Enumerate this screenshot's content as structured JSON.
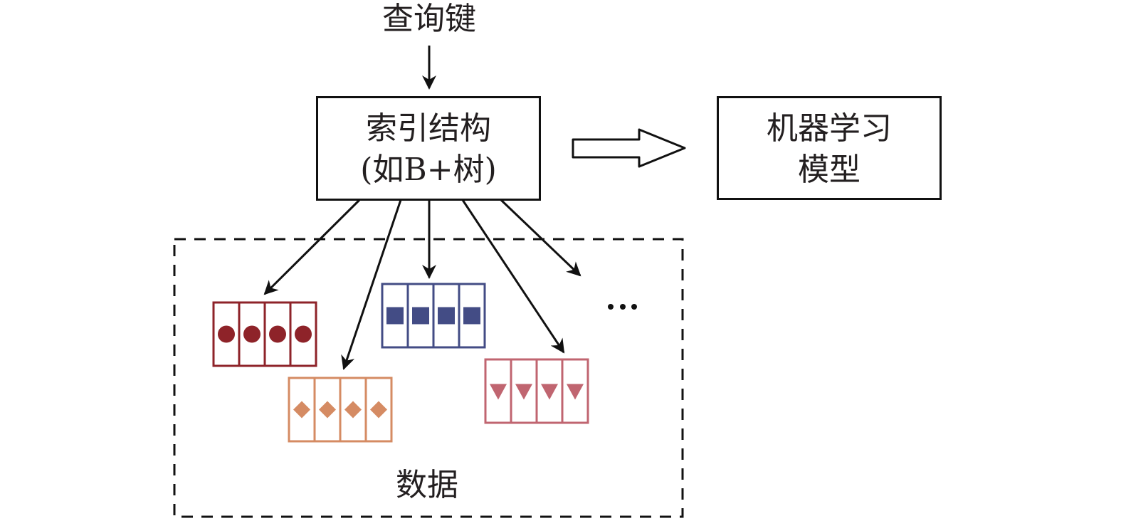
{
  "query_key": {
    "label": "查询键"
  },
  "index_structure": {
    "line1": "索引结构",
    "line2": "(如B+树)"
  },
  "ml_model": {
    "line1": "机器学习",
    "line2": "模型"
  },
  "data_region": {
    "label": "数据",
    "ellipsis": "···"
  },
  "data_blocks": [
    {
      "name": "circle-block",
      "marker": "circle",
      "color": "#8e2329",
      "cells": 4
    },
    {
      "name": "diamond-block",
      "marker": "diamond",
      "color": "#d58b63",
      "cells": 4
    },
    {
      "name": "square-block",
      "marker": "square",
      "color": "#434c85",
      "cells": 4
    },
    {
      "name": "triangle-block",
      "marker": "triangle-down",
      "color": "#c06570",
      "cells": 4
    }
  ],
  "colors": {
    "stroke": "#111111",
    "text": "#231f20"
  }
}
